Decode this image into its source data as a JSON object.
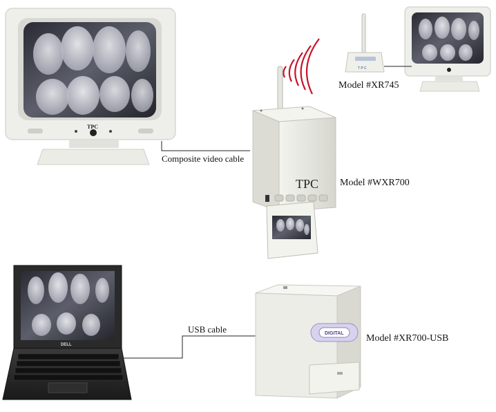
{
  "labels": {
    "model_xr745": "Model #XR745",
    "composite_cable": "Composite video cable",
    "model_wxr700": "Model #WXR700",
    "usb_cable": "USB cable",
    "model_xr700_usb": "Model #XR700-USB"
  },
  "brand": {
    "monitor_logo": "TPC",
    "scanner_logo": "TPC",
    "laptop_logo": "DELL",
    "usb_scanner_logo": "DIGITAL"
  },
  "colors": {
    "wifi_waves": "#c8122a",
    "device_body": "#e9e9e4",
    "screen_frame": "#2b2b2b"
  },
  "icons": {
    "antenna": "antenna-icon",
    "wireless": "wireless-waves-icon"
  }
}
